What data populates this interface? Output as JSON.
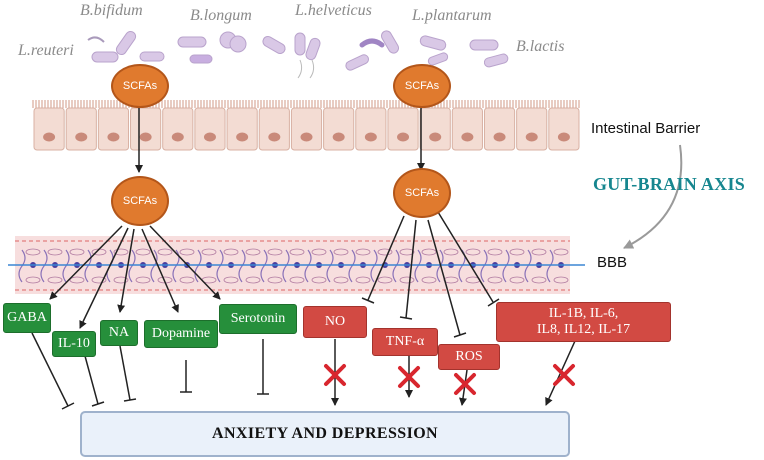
{
  "bacteria": [
    "L.reuteri",
    "B.bifidum",
    "B.longum",
    "L.helveticus",
    "L.plantarum",
    "B.lactis"
  ],
  "scfa_label": "SCFAs",
  "labels": {
    "intestinal_barrier": "Intestinal Barrier",
    "gut_brain_axis": "GUT-BRAIN AXIS",
    "bbb": "BBB"
  },
  "neurotransmitters": [
    "GABA",
    "IL-10",
    "NA",
    "Dopamine",
    "Serotonin"
  ],
  "inflammatory": [
    "NO",
    "TNF-α",
    "ROS",
    "IL-1B,  IL-6,",
    "IL8, IL12, IL-17"
  ],
  "outcome": "ANXIETY AND DEPRESSION",
  "colors": {
    "scfa_fill": "#e07a2e",
    "neuro_box": "#268f3b",
    "inflam_box": "#d24a43",
    "blocked_x": "#d8262e",
    "axis_text": "#16868f"
  }
}
